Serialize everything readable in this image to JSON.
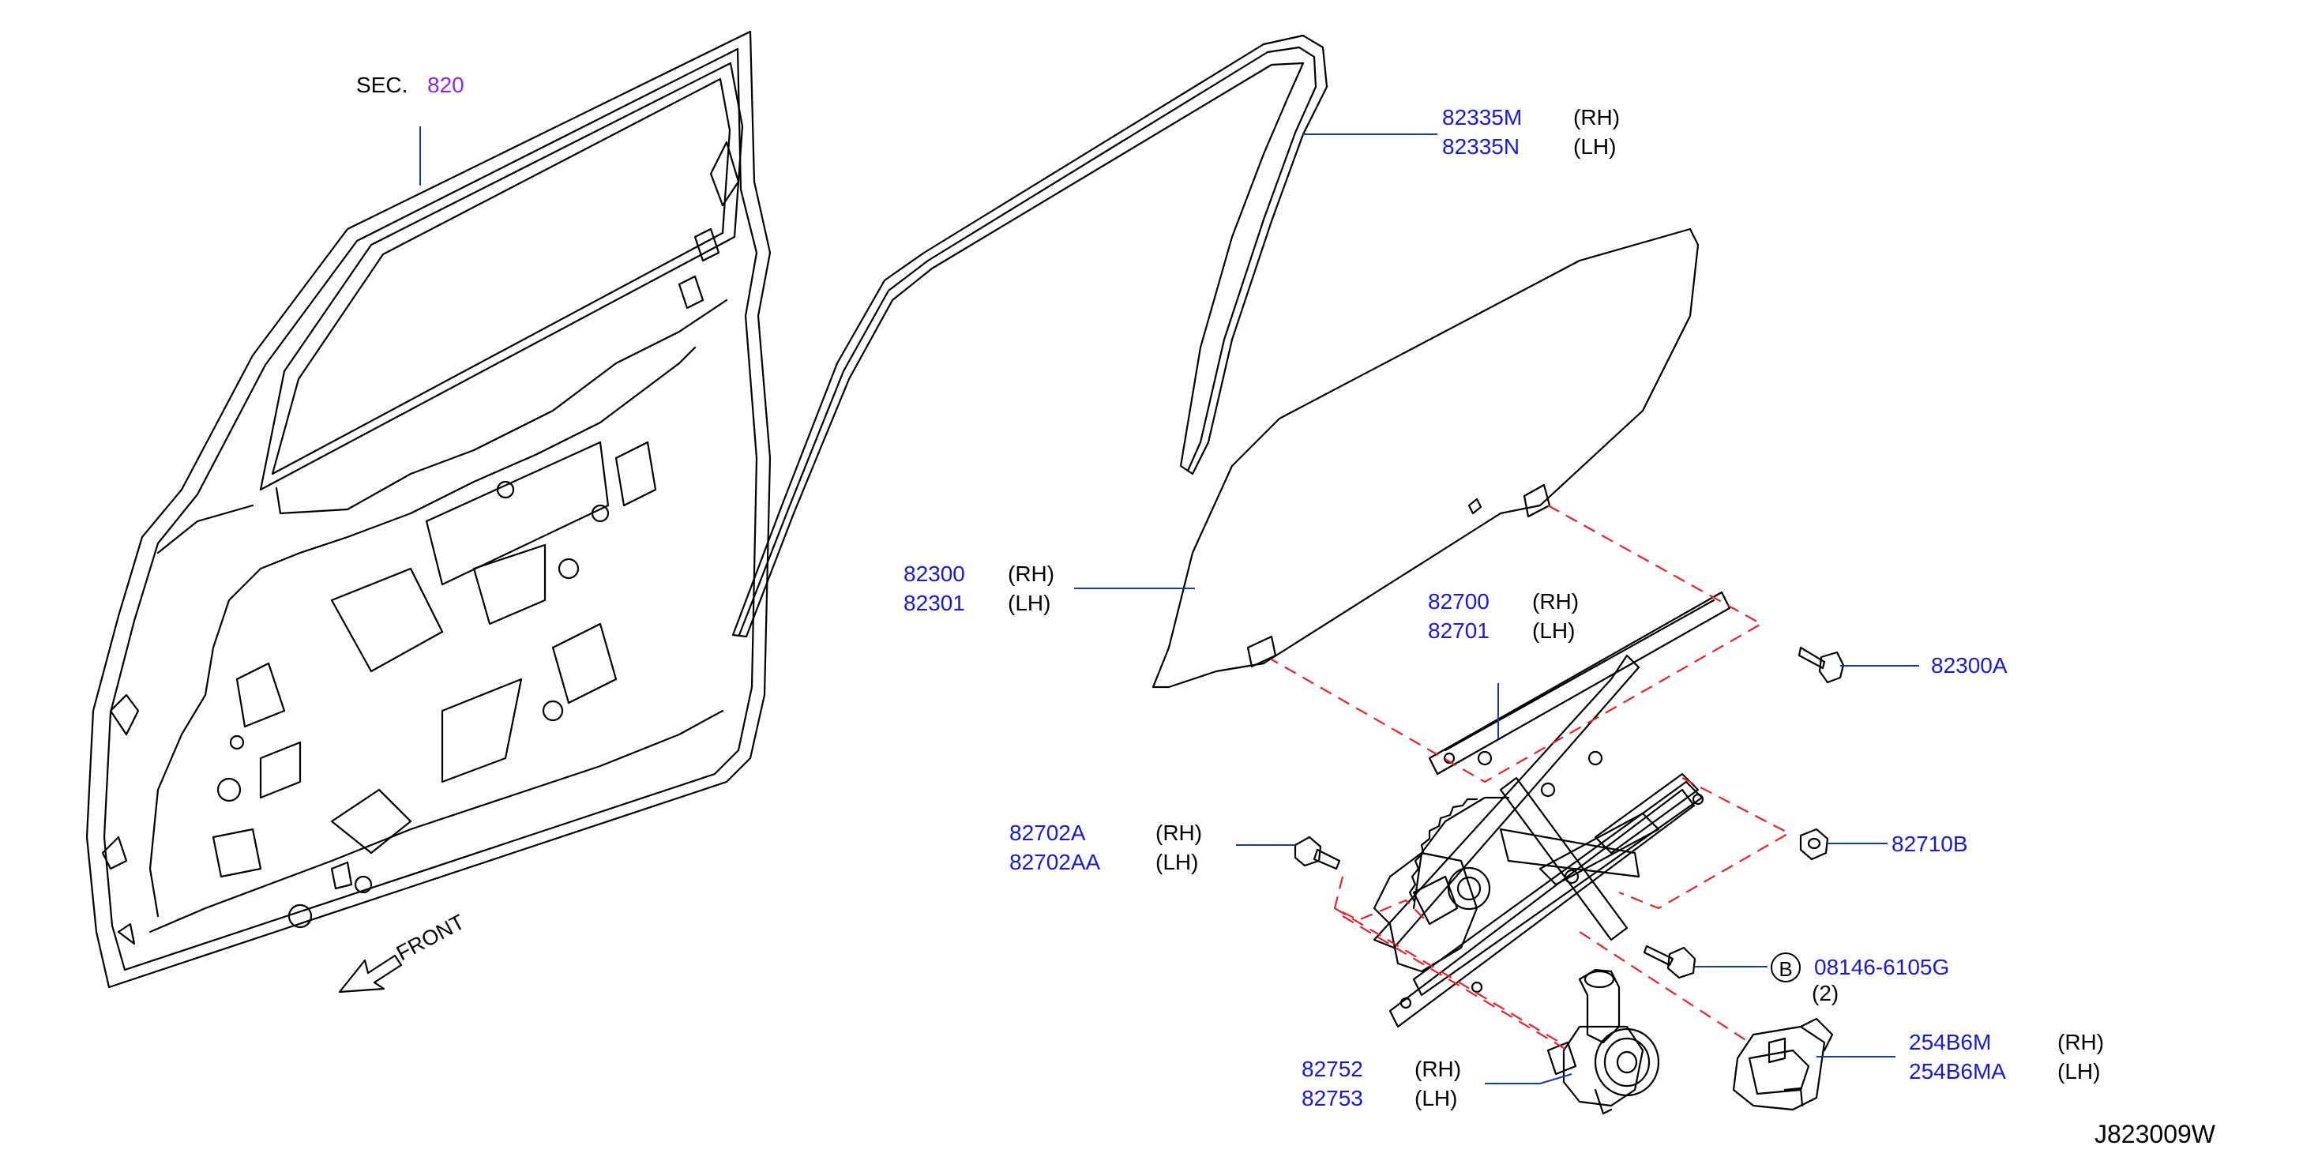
{
  "section_ref": {
    "prefix": "SEC.",
    "number": "820"
  },
  "front_label": "FRONT",
  "callouts": [
    {
      "id": "weatherstrip",
      "parts": [
        {
          "pn": "82335M",
          "side": "(RH)"
        },
        {
          "pn": "82335N",
          "side": "(LH)"
        }
      ]
    },
    {
      "id": "door-glass",
      "parts": [
        {
          "pn": "82300",
          "side": "(RH)"
        },
        {
          "pn": "82301",
          "side": "(LH)"
        }
      ]
    },
    {
      "id": "regulator",
      "parts": [
        {
          "pn": "82700",
          "side": "(RH)"
        },
        {
          "pn": "82701",
          "side": "(LH)"
        }
      ]
    },
    {
      "id": "glass-bolt",
      "parts": [
        {
          "pn": "82300A"
        }
      ]
    },
    {
      "id": "regulator-bolt",
      "parts": [
        {
          "pn": "82702A",
          "side": "(RH)"
        },
        {
          "pn": "82702AA",
          "side": "(LH)"
        }
      ]
    },
    {
      "id": "nut",
      "parts": [
        {
          "pn": "82710B"
        }
      ]
    },
    {
      "id": "bolt-b",
      "marker": "B",
      "parts": [
        {
          "pn": "08146-6105G",
          "qty": "(2)"
        }
      ]
    },
    {
      "id": "motor",
      "parts": [
        {
          "pn": "82752",
          "side": "(RH)"
        },
        {
          "pn": "82753",
          "side": "(LH)"
        }
      ]
    },
    {
      "id": "control-unit",
      "parts": [
        {
          "pn": "254B6M",
          "side": "(RH)"
        },
        {
          "pn": "254B6MA",
          "side": "(LH)"
        }
      ]
    }
  ],
  "drawing_id": "J823009W",
  "colors": {
    "part_number": "#1a1ad6",
    "section_number": "#8a2be2",
    "leader_line": "#1a3a9a",
    "dashed_line": "#e8232a",
    "drawing": "#000000"
  }
}
